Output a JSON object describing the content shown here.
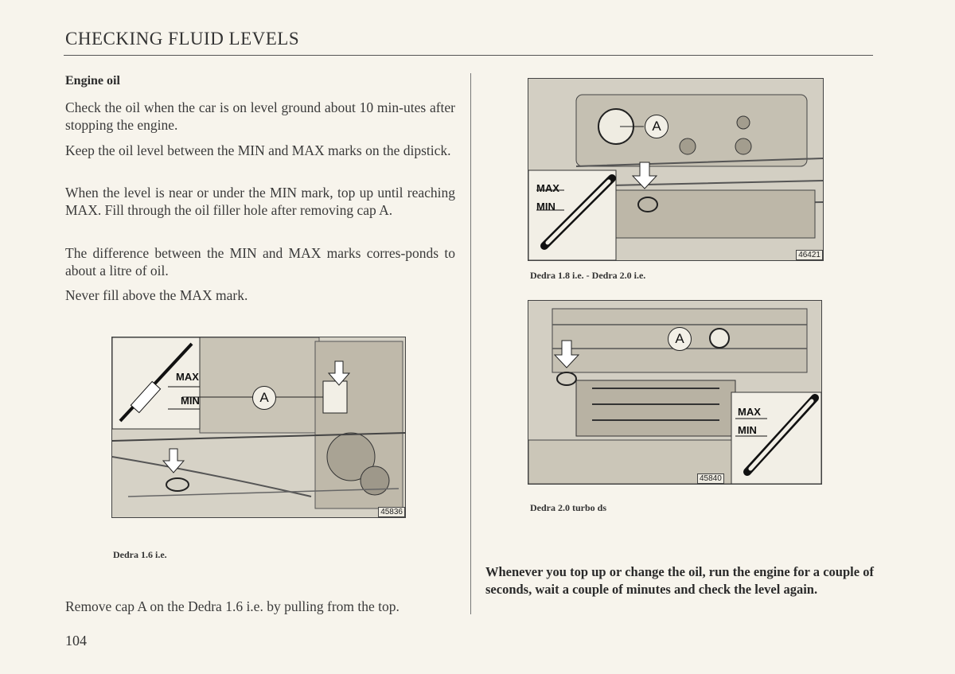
{
  "header": {
    "title": "CHECKING FLUID LEVELS"
  },
  "left": {
    "heading": "Engine oil",
    "paragraphs": [
      "Check the oil when the car is on level ground about 10 min-utes after stopping the engine.",
      "Keep the oil level between the MIN and MAX marks on the dipstick.",
      "When the level is near or under the MIN mark, top up until reaching MAX. Fill through the oil filler hole after removing cap A.",
      "The difference between the MIN and MAX marks corres-ponds to about a litre of oil.",
      "Never fill above the MAX mark."
    ],
    "figure": {
      "number": "45836",
      "caption": "Dedra 1.6 i.e.",
      "max_label": "MAX",
      "min_label": "MIN",
      "callout": "A"
    },
    "bottom_text": "Remove cap A on the Dedra 1.6 i.e. by pulling from the top."
  },
  "right": {
    "figure1": {
      "number": "46421",
      "caption": "Dedra 1.8 i.e. - Dedra 2.0 i.e.",
      "max_label": "MAX",
      "min_label": "MIN",
      "callout": "A"
    },
    "figure2": {
      "number": "45840",
      "caption": "Dedra 2.0 turbo ds",
      "max_label": "MAX",
      "min_label": "MIN",
      "callout": "A"
    },
    "note": "Whenever you top up or change the oil, run the engine for a couple of seconds, wait a couple of minutes and check the level again."
  },
  "footer": {
    "page_number": "104"
  }
}
